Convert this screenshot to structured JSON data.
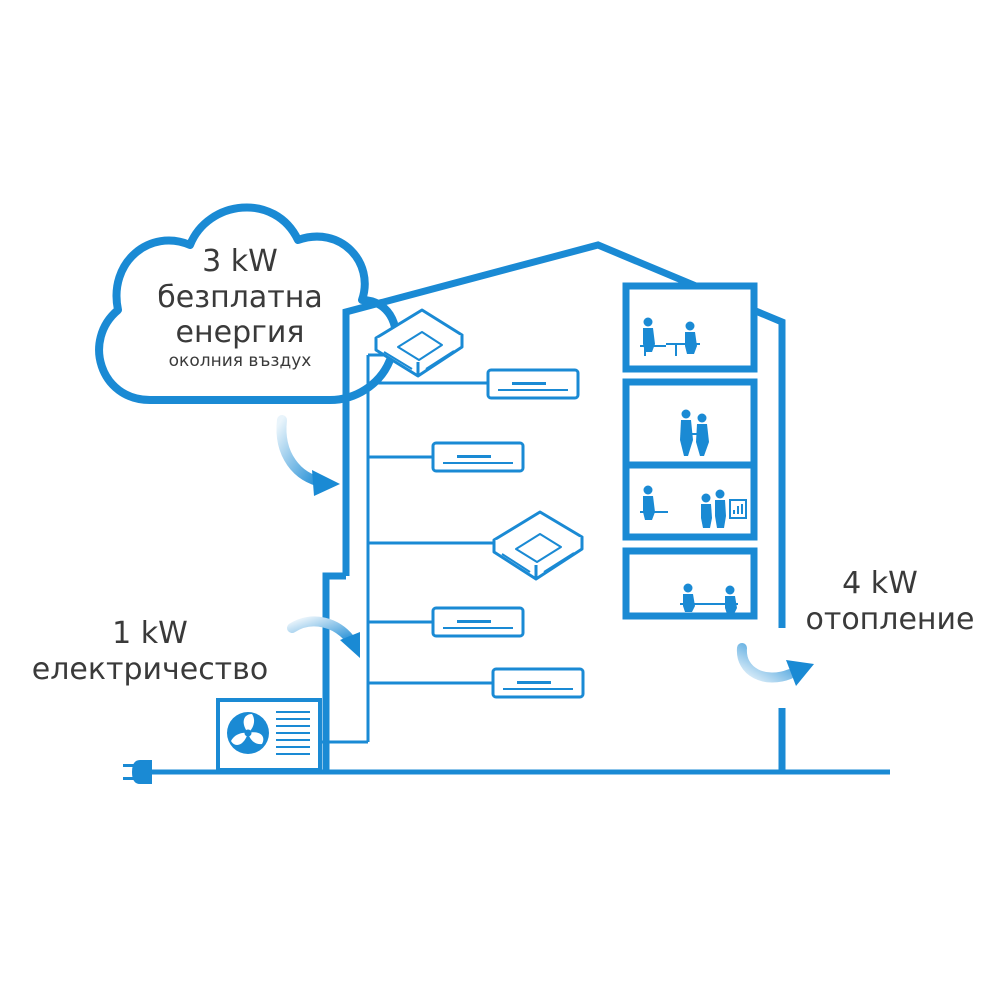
{
  "cloud": {
    "power": "3 kW",
    "line1": "безплатна",
    "line2": "енергия",
    "source": "околния въздух"
  },
  "input": {
    "power": "1 kW",
    "label": "електричество"
  },
  "output": {
    "power": "4 kW",
    "label": "отопление"
  },
  "colors": {
    "primary": "#1a8ad4",
    "arrow_start": "#e6f3fb",
    "arrow_end": "#1a8ad4",
    "text": "#3a3a3a",
    "background": "#ffffff"
  },
  "icons": [
    "cloud-icon",
    "outdoor-unit-fan-icon",
    "plug-icon",
    "cassette-unit-icon",
    "wall-unit-icon",
    "office-people-icon"
  ]
}
